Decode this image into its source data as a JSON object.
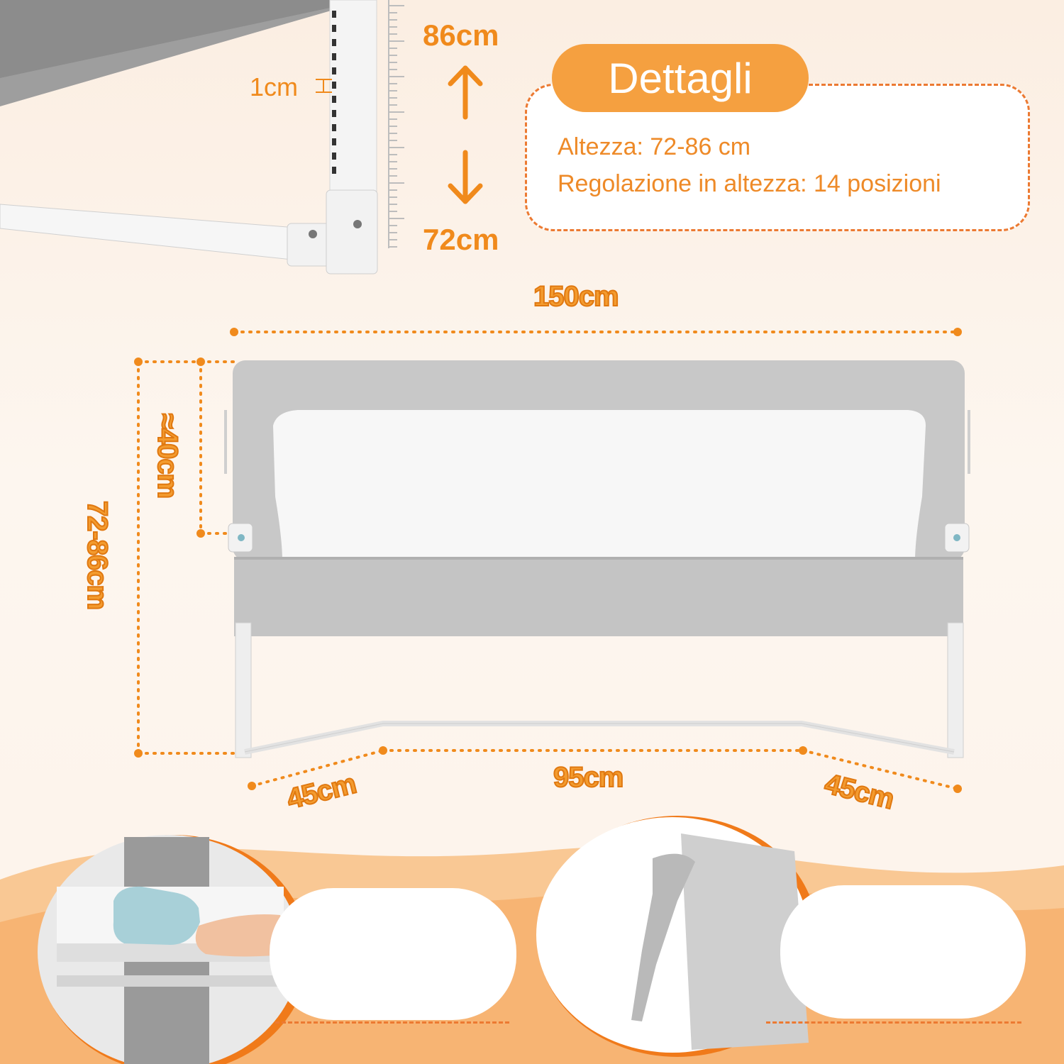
{
  "details": {
    "title": "Dettagli",
    "height_line": "Altezza: 72-86 cm",
    "adjust_line": "Regolazione in altezza: 14 posizioni"
  },
  "height_range": {
    "max_label": "86cm",
    "min_label": "72cm",
    "step_label": "1cm"
  },
  "dimensions": {
    "width_total": "150cm",
    "height_total": "72-86cm",
    "guard_height": "≈40cm",
    "base_center": "95cm",
    "base_left": "45cm",
    "base_right": "45cm"
  },
  "colors": {
    "accent": "#f08a1c",
    "dashed": "#ec7a32",
    "fabric": "#c9c9c9",
    "frame": "#f2f2f2",
    "button": "#a8d0d8"
  },
  "icons": {
    "up": "arrow-up-icon",
    "down": "arrow-down-icon"
  }
}
